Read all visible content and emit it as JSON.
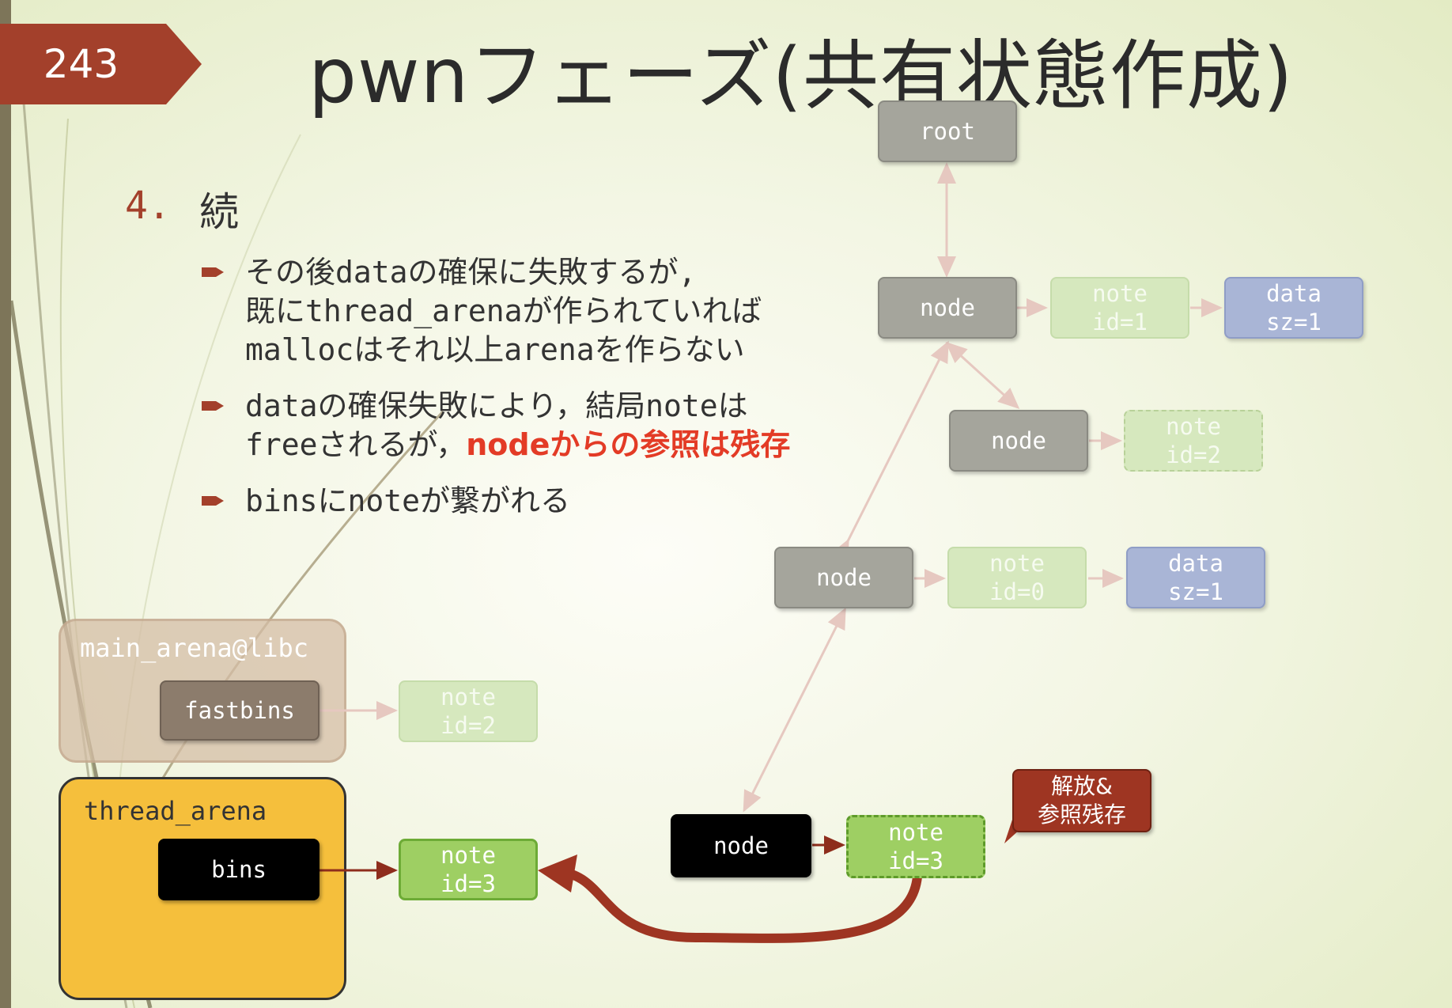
{
  "slide": {
    "number": "243",
    "title": "pwnフェーズ(共有状態作成)"
  },
  "heading": {
    "num": "4.",
    "text": "続"
  },
  "bullets": [
    {
      "lines": [
        "その後dataの確保に失敗するが,",
        "既にthread_arenaが作られていれば",
        "mallocはそれ以上arenaを作らない"
      ]
    },
    {
      "lines": [
        "dataの確保失敗により，結局noteは"
      ],
      "line2_prefix": "freeされるが，",
      "line2_highlight": "nodeからの参照は残存"
    },
    {
      "lines": [
        "binsにnoteが繋がれる"
      ]
    }
  ],
  "diagram": {
    "root": "root",
    "node_a": "node",
    "note_a": [
      "note",
      "id=1"
    ],
    "data_a": [
      "data",
      "sz=1"
    ],
    "node_b": "node",
    "note_b": [
      "note",
      "id=2"
    ],
    "node_c": "node",
    "note_c": [
      "note",
      "id=0"
    ],
    "data_c": [
      "data",
      "sz=1"
    ],
    "node_d": "node",
    "note_d": [
      "note",
      "id=3"
    ],
    "main_arena_label": "main_arena@libc",
    "fastbins": "fastbins",
    "fastbins_note": [
      "note",
      "id=2"
    ],
    "thread_arena_label": "thread_arena",
    "bins": "bins",
    "bins_note": [
      "note",
      "id=3"
    ],
    "callout": [
      "解放&",
      "参照残存"
    ]
  },
  "colors": {
    "accent_red": "#a3402b",
    "highlight": "#e33b26",
    "thread_arena": "#f5bf3c",
    "note_green": "#9ecf63",
    "data_blue": "#a9b5d6",
    "node_gray": "#a5a59c"
  }
}
